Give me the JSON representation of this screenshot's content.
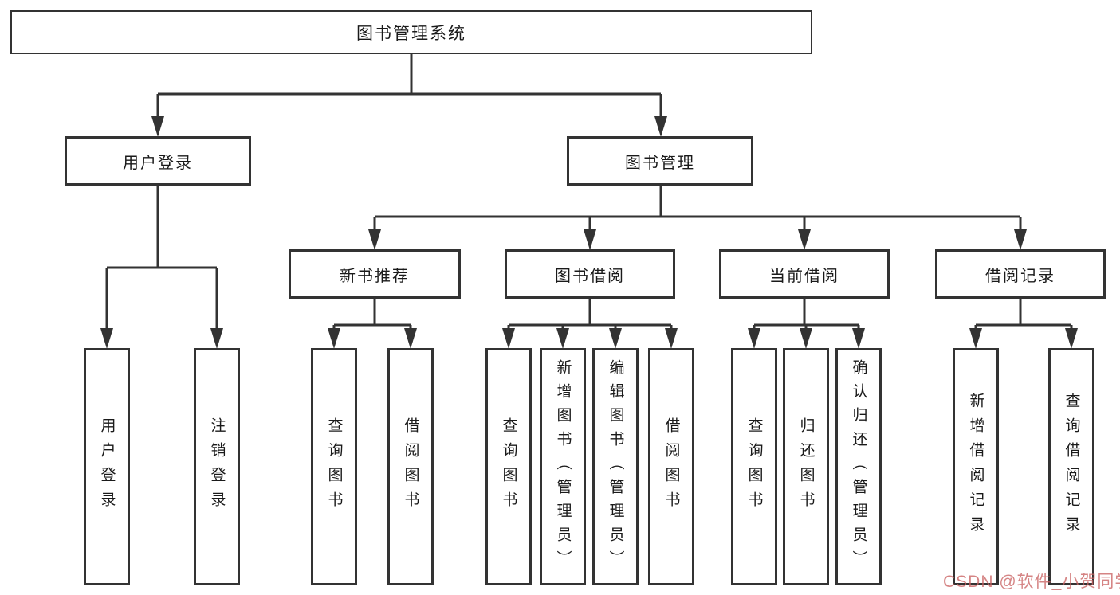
{
  "tree": {
    "root": {
      "label": "图书管理系统"
    },
    "branches": [
      {
        "label": "用户登录",
        "leaves": [
          "用户登录",
          "注销登录"
        ]
      },
      {
        "label": "图书管理",
        "sections": [
          {
            "label": "新书推荐",
            "leaves": [
              "查询图书",
              "借阅图书"
            ]
          },
          {
            "label": "图书借阅",
            "leaves": [
              "查询图书",
              "新增图书（管理员）",
              "编辑图书（管理员）",
              "借阅图书"
            ]
          },
          {
            "label": "当前借阅",
            "leaves": [
              "查询图书",
              "归还图书",
              "确认归还（管理员）"
            ]
          },
          {
            "label": "借阅记录",
            "leaves": [
              "新增借阅记录",
              "查询借阅记录"
            ]
          }
        ]
      }
    ]
  },
  "watermark": {
    "text": "CSDN @软件_小贺同学",
    "color": "#c96262"
  },
  "colors": {
    "line": "#333333",
    "box_border": "#333333",
    "text": "#1a1a1a",
    "background": "#ffffff"
  }
}
